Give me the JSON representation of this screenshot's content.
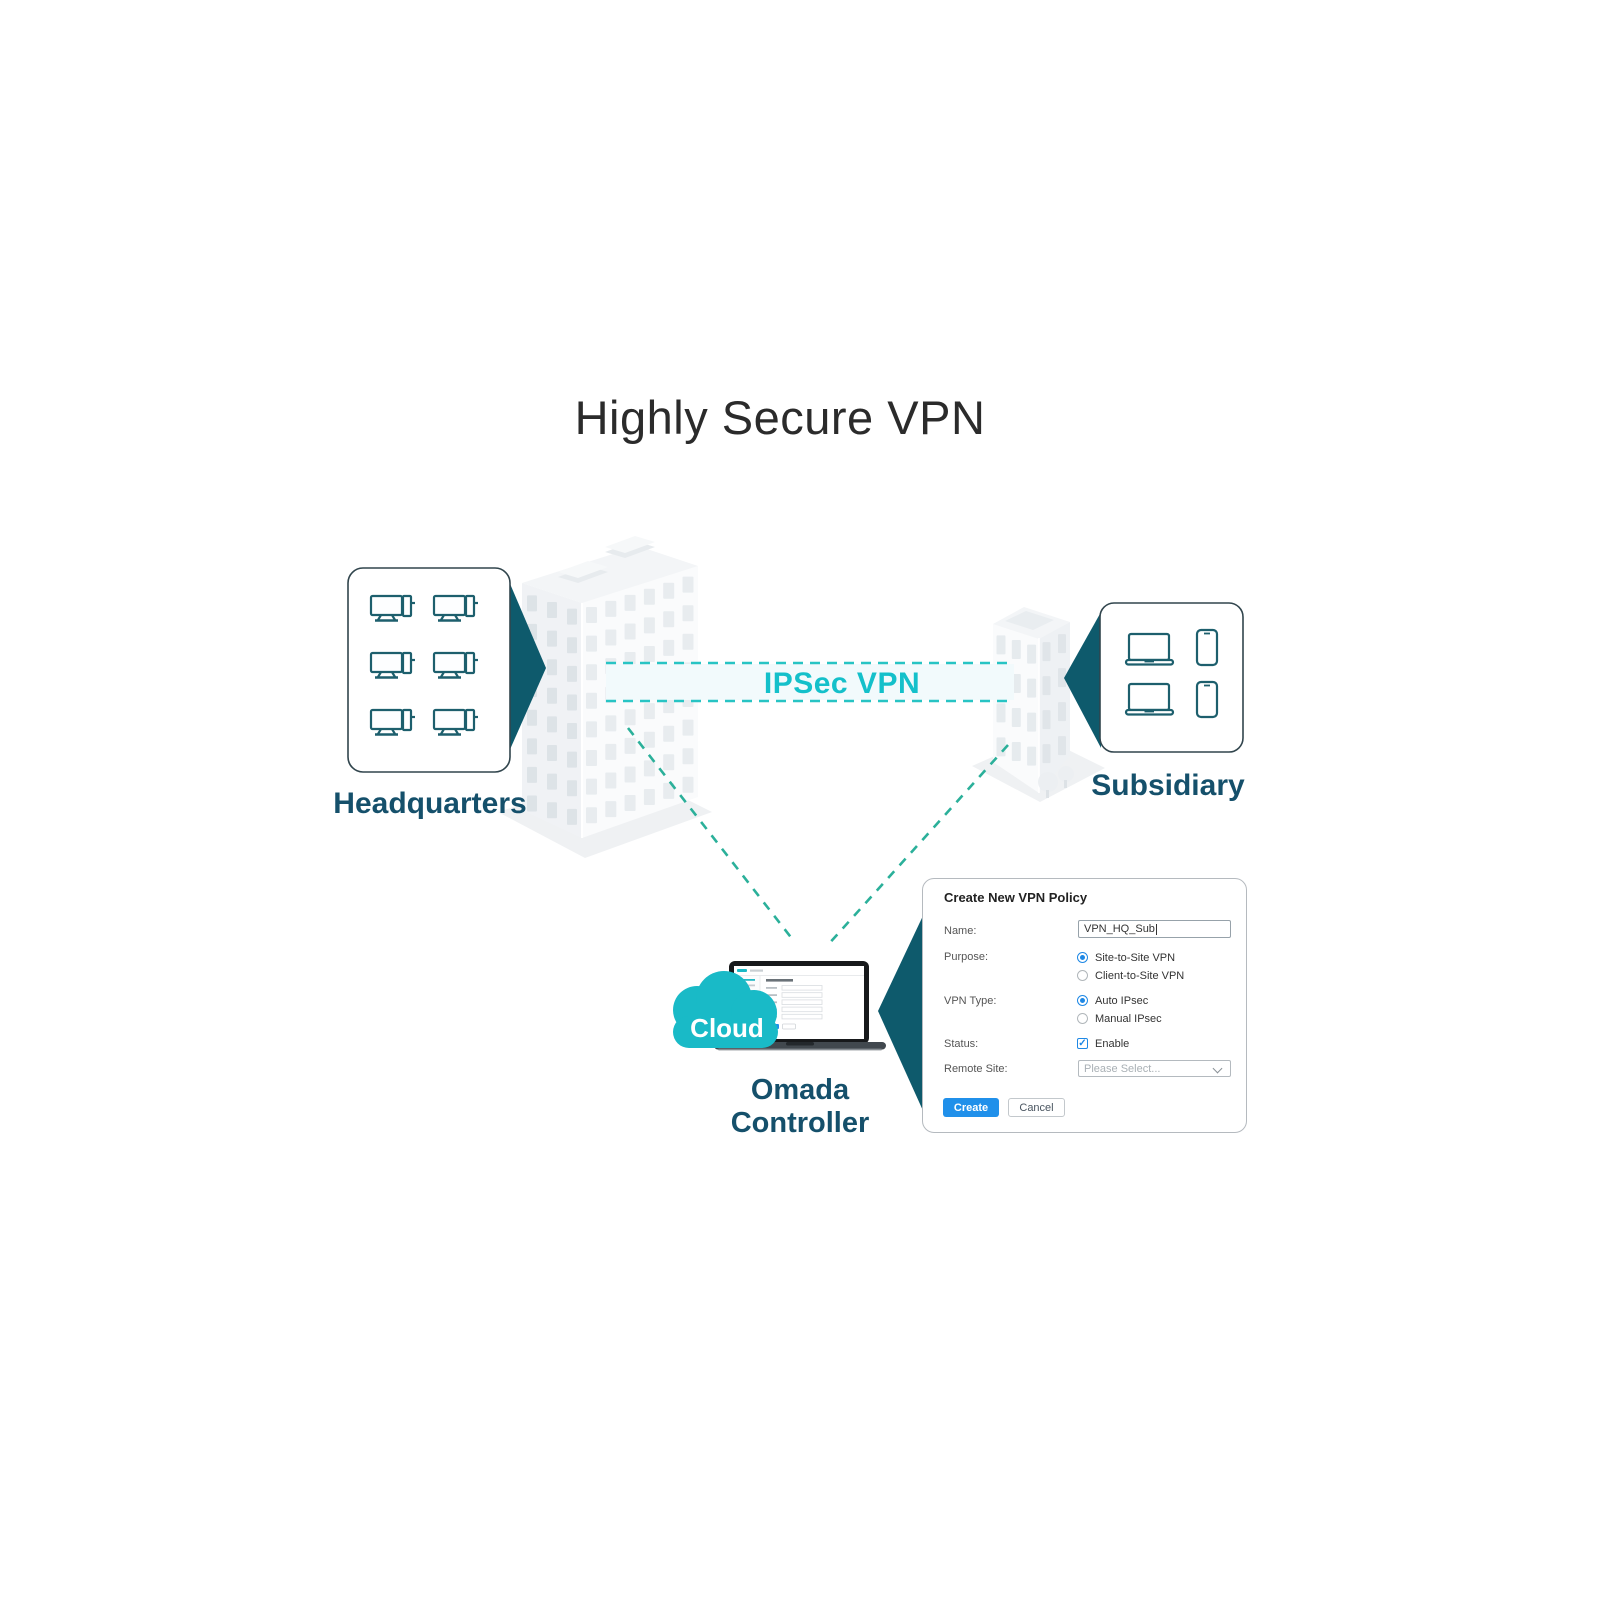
{
  "title": "Highly Secure VPN",
  "headquarters": {
    "label": "Headquarters",
    "device_icons": "6 desktop computers"
  },
  "subsidiary": {
    "label": "Subsidiary",
    "device_icons": "2 laptops, 2 smartphones"
  },
  "connection": {
    "label": "IPSec VPN"
  },
  "cloud": {
    "label": "Cloud"
  },
  "controller": {
    "line1": "Omada",
    "line2": "Controller"
  },
  "form": {
    "title": "Create New VPN Policy",
    "name": {
      "label": "Name:",
      "value": "VPN_HQ_Sub"
    },
    "purpose": {
      "label": "Purpose:",
      "options": [
        "Site-to-Site VPN",
        "Client-to-Site VPN"
      ],
      "selected": 0
    },
    "vpn_type": {
      "label": "VPN Type:",
      "options": [
        "Auto IPsec",
        "Manual IPsec"
      ],
      "selected": 0
    },
    "status": {
      "label": "Status:",
      "checkbox_label": "Enable",
      "checked": true,
      "check_glyph": "✓"
    },
    "remote_site": {
      "label": "Remote Site:",
      "placeholder": "Please Select..."
    },
    "buttons": {
      "create": "Create",
      "cancel": "Cancel"
    }
  },
  "colors": {
    "dark_teal": "#0e5a6c",
    "label_teal": "#15506b",
    "bright_teal_cloud": "#19bac7",
    "ipsec_text": "#14c0ca",
    "dash_horizontal": "#28c4c4",
    "dash_diagonal": "#2bb09a",
    "accent_blue": "#2090ea",
    "building": "#fafbfc"
  }
}
